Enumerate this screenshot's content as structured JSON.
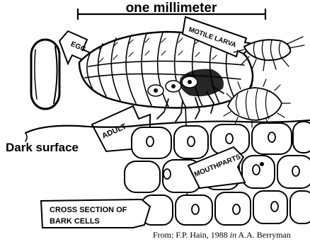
{
  "labels": {
    "scale": "one millimeter",
    "egg": "EGG",
    "motile_larva": "MOTILE LARVA",
    "adult": "ADULT",
    "dark_surface": "Dark surface",
    "mouthparts": "MOUTHPARTS",
    "cross_section_line1": "CROSS SECTION OF",
    "cross_section_line2": "BARK CELLS"
  },
  "credit": {
    "prefix": "From:  F.P. Hain, 1988 ",
    "in": "in",
    "suffix": " A.A. Berryman"
  }
}
